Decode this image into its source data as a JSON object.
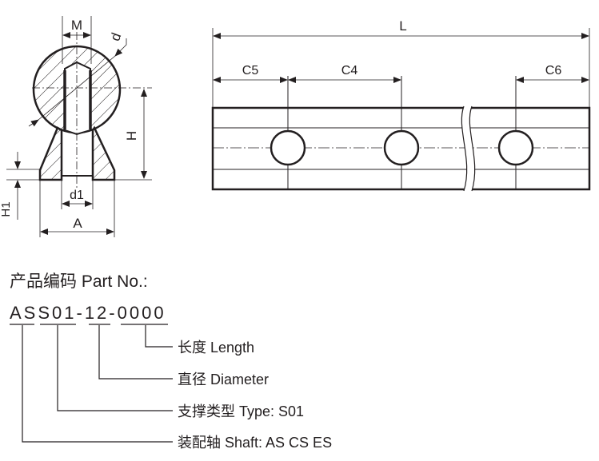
{
  "dimensions": {
    "M": "M",
    "d": "d",
    "H": "H",
    "H1": "H1",
    "d1": "d1",
    "A": "A",
    "L": "L",
    "C5": "C5",
    "C4": "C4",
    "C6": "C6"
  },
  "part_no": {
    "title": "产品编码 Part No.:",
    "code": "ASS01-12-0000",
    "segments": [
      "AS",
      "S01",
      "12",
      "0000"
    ],
    "labels": {
      "length": "长度 Length",
      "diameter": "直径 Diameter",
      "type": "支撑类型 Type: S01",
      "shaft": "装配轴 Shaft: AS CS ES"
    }
  },
  "colors": {
    "ink": "#231f20"
  }
}
